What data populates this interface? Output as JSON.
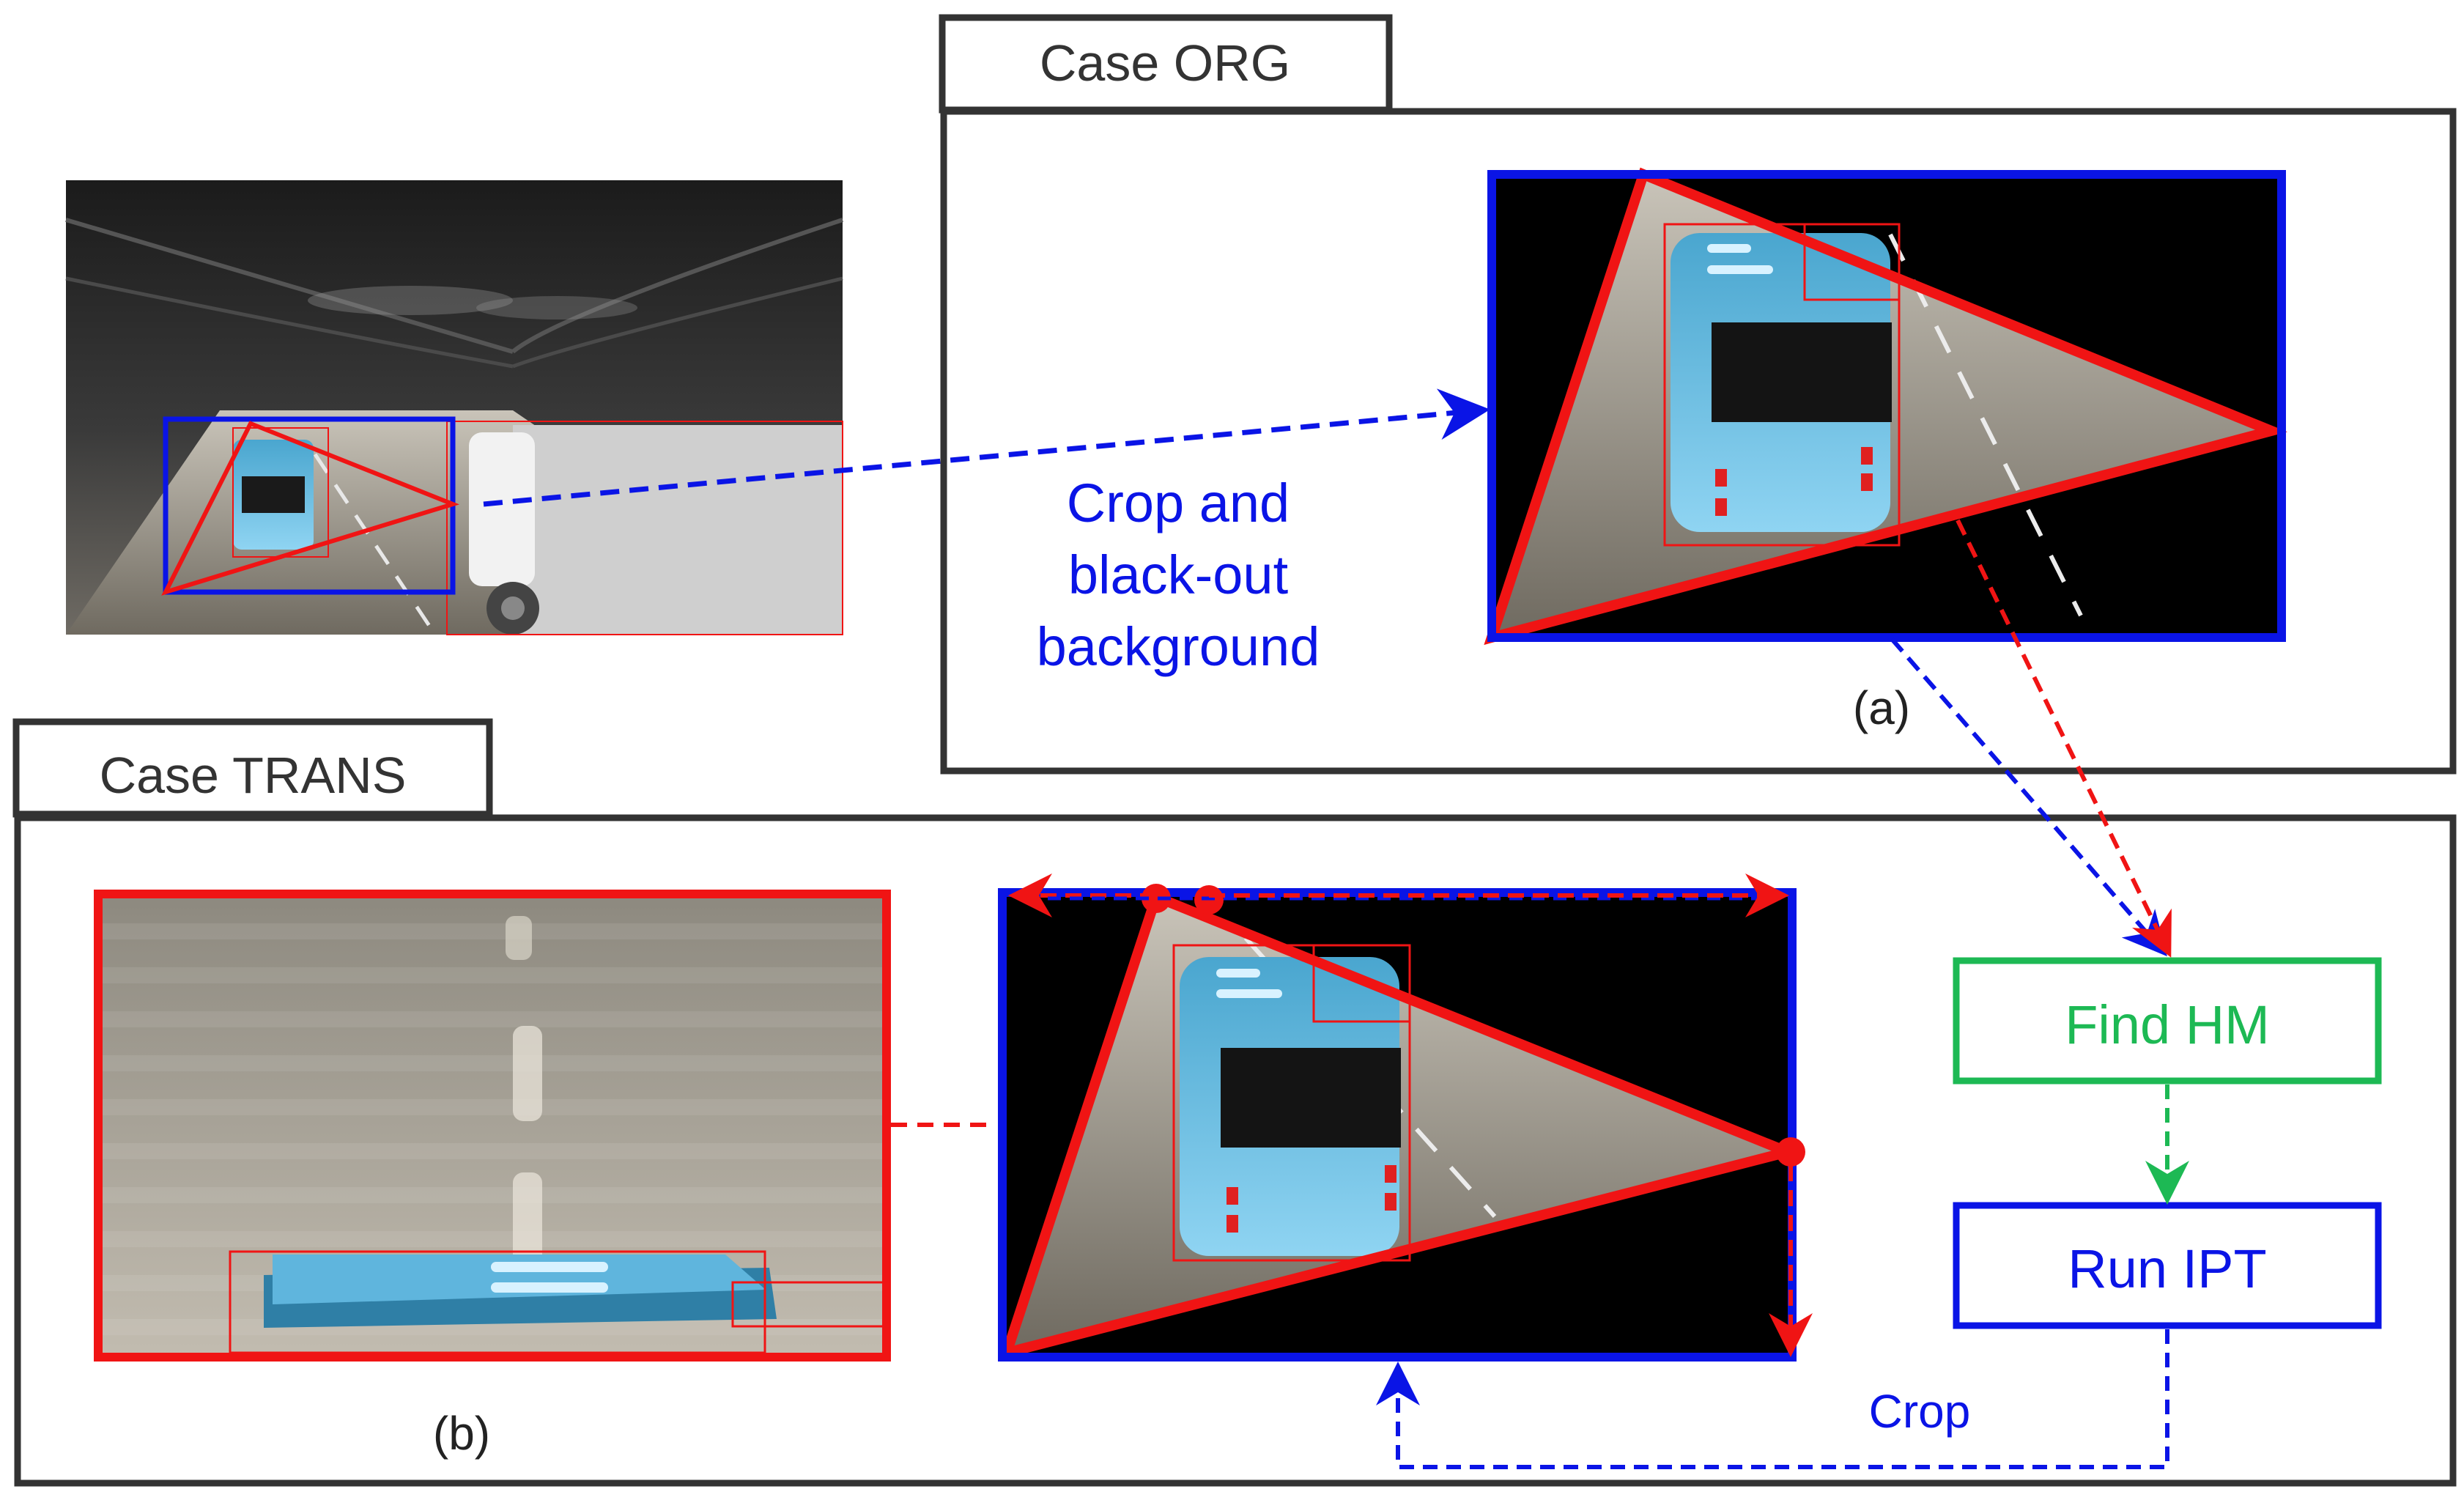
{
  "case_org": {
    "label": "Case ORG",
    "caption": "(a)"
  },
  "case_trans": {
    "label": "Case TRANS",
    "caption": "(b)"
  },
  "crop_note": {
    "line1": "Crop and",
    "line2": "black-out",
    "line3": "background"
  },
  "steps": {
    "find_hm": "Find HM",
    "run_ipt": "Run IPT",
    "crop": "Crop"
  },
  "colors": {
    "blue": "#0a14e6",
    "red": "#f01414",
    "green": "#1db954",
    "frame": "#333333",
    "bus": "#7fcff0",
    "road": "#8a857b"
  }
}
